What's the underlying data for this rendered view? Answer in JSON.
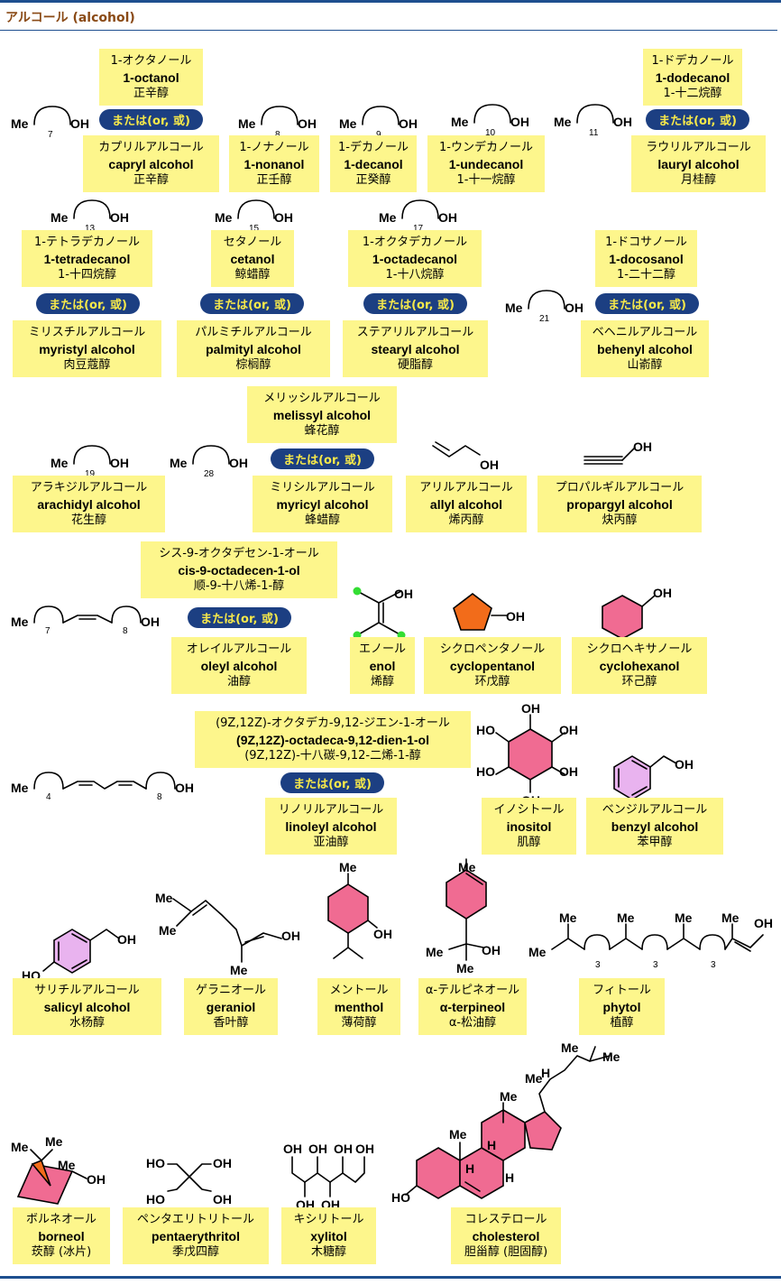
{
  "header": {
    "title": "アルコール (alcohol)"
  },
  "or_label": "または(or, 或)",
  "labels": {
    "octanol": [
      "1-オクタノール",
      "1-octanol",
      "正辛醇"
    ],
    "capryl": [
      "カプリルアルコール",
      "capryl alcohol",
      "正辛醇"
    ],
    "nonanol": [
      "1-ノナノール",
      "1-nonanol",
      "正壬醇"
    ],
    "decanol": [
      "1-デカノール",
      "1-decanol",
      "正癸醇"
    ],
    "undecanol": [
      "1-ウンデカノール",
      "1-undecanol",
      "1-十一烷醇"
    ],
    "dodecanol": [
      "1-ドデカノール",
      "1-dodecanol",
      "1-十二烷醇"
    ],
    "lauryl": [
      "ラウリルアルコール",
      "lauryl alcohol",
      "月桂醇"
    ],
    "tetradecanol": [
      "1-テトラデカノール",
      "1-tetradecanol",
      "1-十四烷醇"
    ],
    "myristyl": [
      "ミリスチルアルコール",
      "myristyl alcohol",
      "肉豆蔻醇"
    ],
    "cetanol": [
      "セタノール",
      "cetanol",
      "鲸蜡醇"
    ],
    "palmityl": [
      "パルミチルアルコール",
      "palmityl alcohol",
      "棕榈醇"
    ],
    "octadecanol": [
      "1-オクタデカノール",
      "1-octadecanol",
      "1-十八烷醇"
    ],
    "stearyl": [
      "ステアリルアルコール",
      "stearyl alcohol",
      "硬脂醇"
    ],
    "docosanol": [
      "1-ドコサノール",
      "1-docosanol",
      "1-二十二醇"
    ],
    "behenyl": [
      "ベヘニルアルコール",
      "behenyl alcohol",
      "山嵛醇"
    ],
    "melissyl": [
      "メリッシルアルコール",
      "melissyl alcohol",
      "蜂花醇"
    ],
    "arachidyl": [
      "アラキジルアルコール",
      "arachidyl alcohol",
      "花生醇"
    ],
    "myricyl": [
      "ミリシルアルコール",
      "myricyl alcohol",
      "蜂蜡醇"
    ],
    "allyl": [
      "アリルアルコール",
      "allyl alcohol",
      "烯丙醇"
    ],
    "propargyl": [
      "プロパルギルアルコール",
      "propargyl alcohol",
      "炔丙醇"
    ],
    "octadecenol": [
      "シス-9-オクタデセン-1-オール",
      "cis-9-octadecen-1-ol",
      "顺-9-十八烯-1-醇"
    ],
    "oleyl": [
      "オレイルアルコール",
      "oleyl alcohol",
      "油醇"
    ],
    "enol": [
      "エノール",
      "enol",
      "烯醇"
    ],
    "cyclopentanol": [
      "シクロペンタノール",
      "cyclopentanol",
      "环戊醇"
    ],
    "cyclohexanol": [
      "シクロヘキサノール",
      "cyclohexanol",
      "环己醇"
    ],
    "dienol": [
      "(9Z,12Z)-オクタデカ-9,12-ジエン-1-オール",
      "(9Z,12Z)-octadeca-9,12-dien-1-ol",
      "(9Z,12Z)-十八碳-9,12-二烯-1-醇"
    ],
    "linoleyl": [
      "リノリルアルコール",
      "linoleyl alcohol",
      "亚油醇"
    ],
    "inositol": [
      "イノシトール",
      "inositol",
      "肌醇"
    ],
    "benzyl": [
      "ベンジルアルコール",
      "benzyl alcohol",
      "苯甲醇"
    ],
    "salicyl": [
      "サリチルアルコール",
      "salicyl alcohol",
      "水杨醇"
    ],
    "geraniol": [
      "ゲラニオール",
      "geraniol",
      "香叶醇"
    ],
    "menthol": [
      "メントール",
      "menthol",
      "薄荷醇"
    ],
    "terpineol": [
      "α-テルピネオール",
      "α-terpineol",
      "α-松油醇"
    ],
    "phytol": [
      "フィトール",
      "phytol",
      "植醇"
    ],
    "borneol": [
      "ボルネオール",
      "borneol",
      "莰醇 (冰片)"
    ],
    "pentaerythritol": [
      "ペンタエリトリトール",
      "pentaerythritol",
      "季戊四醇"
    ],
    "xylitol": [
      "キシリトール",
      "xylitol",
      "木糖醇"
    ],
    "cholesterol": [
      "コレステロール",
      "cholesterol",
      "胆甾醇 (胆固醇)"
    ]
  },
  "structure_text": {
    "me": "Me",
    "oh": "OH",
    "ho": "HO",
    "h": "H",
    "sub_7": "7",
    "sub_8": "8",
    "sub_9": "9",
    "sub_10": "10",
    "sub_11": "11",
    "sub_13": "13",
    "sub_15": "15",
    "sub_17": "17",
    "sub_21": "21",
    "sub_19": "19",
    "sub_28": "28",
    "sub_4": "4",
    "sub_3": "3"
  },
  "colors": {
    "label_fill": "#fdf68c",
    "or_pill": "#1c3f82",
    "or_text": "#f7e94a",
    "header_text": "#8a4a16",
    "rule": "#1e4f8f",
    "ring_pink": "#f06b92",
    "ring_orange": "#f26c1a",
    "ring_violet": "#e9b3ef",
    "atom_green": "#33dd33"
  }
}
